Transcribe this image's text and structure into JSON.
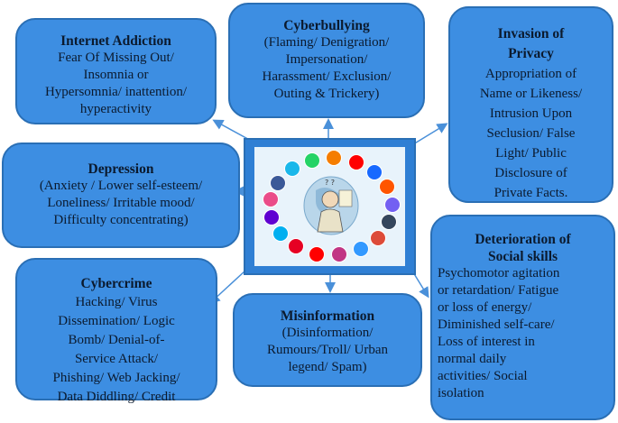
{
  "boxes": {
    "internet_addiction": {
      "title": "Internet Addiction",
      "body": "Fear Of Missing Out/\nInsomnia or\nHypersomnia/ inattention/\nhyperactivity"
    },
    "cyberbullying": {
      "title": "Cyberbullying",
      "body": "(Flaming/ Denigration/\nImpersonation/\nHarassment/ Exclusion/\nOuting & Trickery)"
    },
    "invasion_of_privacy": {
      "title": "Invasion of\nPrivacy",
      "body": "Appropriation of\nName or Likeness/\nIntrusion Upon\nSeclusion/ False\nLight/ Public\nDisclosure of\nPrivate Facts."
    },
    "depression": {
      "title": "Depression",
      "body": "(Anxiety / Lower self-esteem/\nLoneliness/ Irritable mood/\nDifficulty concentrating)"
    },
    "deterioration": {
      "title": "Deterioration of\nSocial skills",
      "body": "Psychomotor agitation\nor retardation/ Fatigue\nor loss of energy/\nDiminished self-care/\nLoss of interest in\nnormal daily\nactivities/ Social\nisolation"
    },
    "cybercrime": {
      "title": "Cybercrime",
      "body": "Hacking/ Virus\nDissemination/ Logic\nBomb/ Denial-of-\nService Attack/\nPhishing/ Web Jacking/\nData Diddling/ Credit"
    },
    "misinformation": {
      "title": "Misinformation",
      "body": "(Disinformation/\nRumours/Troll/ Urban\nlegend/ Spam)"
    }
  },
  "colors": {
    "box_fill": "#3d8ee2",
    "box_border": "#2a6fb5",
    "arrow": "#4a90d9",
    "center_bg": "#e8f3fb"
  },
  "center_image": {
    "icons": [
      "vimeo-icon",
      "whatsapp-icon",
      "blogger-icon",
      "youtube-icon",
      "behance-icon",
      "soundcloud-icon",
      "viber-icon",
      "tumblr-icon",
      "google-plus-icon",
      "delicious-icon",
      "instagram-icon",
      "youtube-icon",
      "pinterest-icon",
      "skype-icon",
      "yahoo-icon",
      "dribbble-icon",
      "facebook-icon"
    ]
  }
}
